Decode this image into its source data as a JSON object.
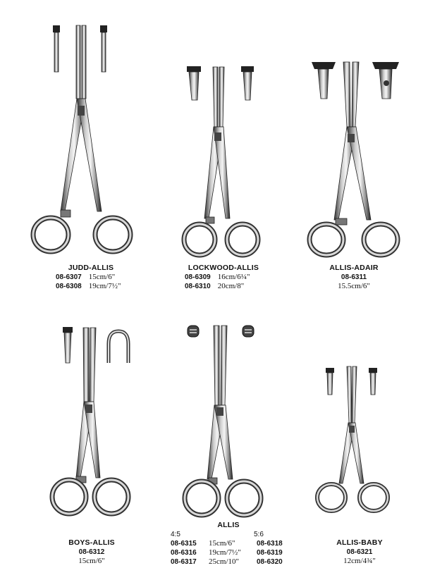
{
  "products": [
    {
      "name": "JUDD-ALLIS",
      "rows": [
        {
          "code": "08-6307",
          "size": "15cm/6\""
        },
        {
          "code": "08-6308",
          "size": "19cm/7½\""
        }
      ]
    },
    {
      "name": "LOCKWOOD-ALLIS",
      "rows": [
        {
          "code": "08-6309",
          "size": "16cm/6¼\""
        },
        {
          "code": "08-6310",
          "size": "20cm/8\""
        }
      ]
    },
    {
      "name": "ALLIS-ADAIR",
      "rows": [
        {
          "code": "08-6311",
          "size": "15.5cm/6\""
        }
      ]
    },
    {
      "name": "BOYS-ALLIS",
      "rows": [
        {
          "code": "08-6312",
          "size": "15cm/6\""
        }
      ]
    },
    {
      "name": "ALLIS",
      "ratio_left": "4:5",
      "ratio_right": "5:6",
      "rows": [
        {
          "code": "08-6315",
          "size": "15cm/6\"",
          "code2": "08-6318"
        },
        {
          "code": "08-6316",
          "size": "19cm/7½\"",
          "code2": "08-6319"
        },
        {
          "code": "08-6317",
          "size": "25cm/10\"",
          "code2": "08-6320"
        }
      ]
    },
    {
      "name": "ALLIS-BABY",
      "rows": [
        {
          "code": "08-6321",
          "size": "12cm/4¾\""
        }
      ]
    }
  ]
}
